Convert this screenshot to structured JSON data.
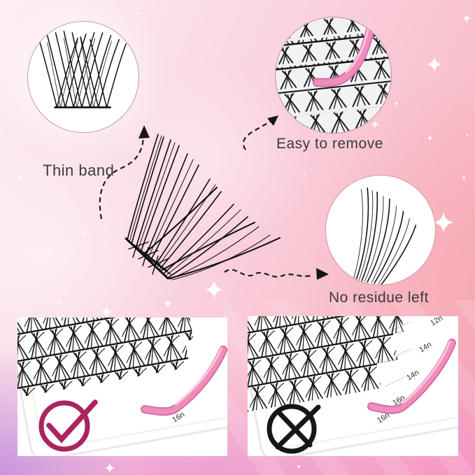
{
  "features": {
    "thin_band": {
      "label": "Thin band"
    },
    "easy_to_remove": {
      "label": "Easy to remove"
    },
    "no_residue": {
      "label": "No residue left"
    }
  },
  "comparison": {
    "good": {
      "mark": "check-icon",
      "visible_size_labels": [
        "16n"
      ]
    },
    "bad": {
      "mark": "cross-icon",
      "visible_size_labels": [
        "12n",
        "14n",
        "14n",
        "16n",
        "16n"
      ]
    }
  },
  "colors": {
    "band_pink": "#ec84b8",
    "band_highlight": "#fbc9e0",
    "check_magenta": "#ab2360",
    "cross_black": "#161616",
    "caption_text": "#3b3b3b",
    "lash_black": "#0d0d0d"
  }
}
